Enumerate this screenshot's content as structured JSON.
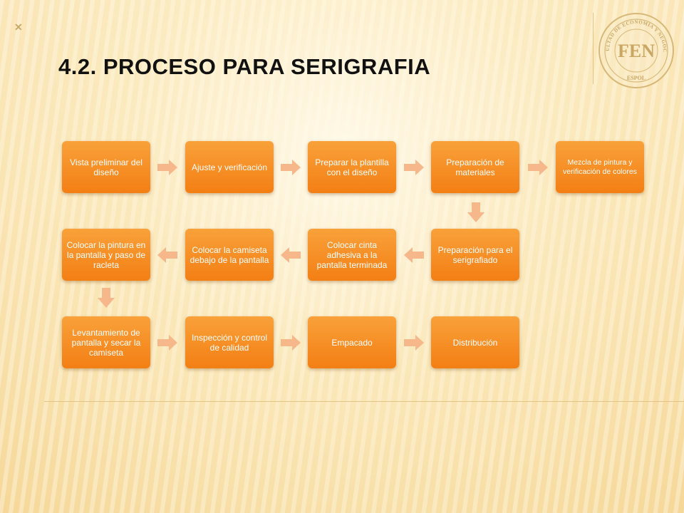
{
  "page": {
    "corner_mark": "✕"
  },
  "slide": {
    "title": "4.2. PROCESO PARA SERIGRAFIA"
  },
  "logo": {
    "top_text": "FACULTAD DE ECONOMIA Y NEGOCIOS",
    "center_text": "FEN",
    "bottom_text": "ESPOL"
  },
  "colors": {
    "step_fill": "#f58a1f",
    "arrow_fill": "#f6b88a",
    "title": "#111111"
  },
  "steps": [
    {
      "label": "Vista preliminar del diseño"
    },
    {
      "label": "Ajuste y verificación"
    },
    {
      "label": "Preparar la plantilla con el diseño"
    },
    {
      "label": "Preparación de materiales"
    },
    {
      "label": "Mezcla de pintura y verificación de colores"
    },
    {
      "label": "Preparación para el serigrafiado"
    },
    {
      "label": "Colocar cinta adhesiva a la pantalla terminada"
    },
    {
      "label": "Colocar la camiseta debajo de la pantalla"
    },
    {
      "label": "Colocar la pintura en la pantalla y paso de racleta"
    },
    {
      "label": "Levantamiento de pantalla y secar la camiseta"
    },
    {
      "label": "Inspección y control de calidad"
    },
    {
      "label": "Empacado"
    },
    {
      "label": "Distribución"
    }
  ]
}
